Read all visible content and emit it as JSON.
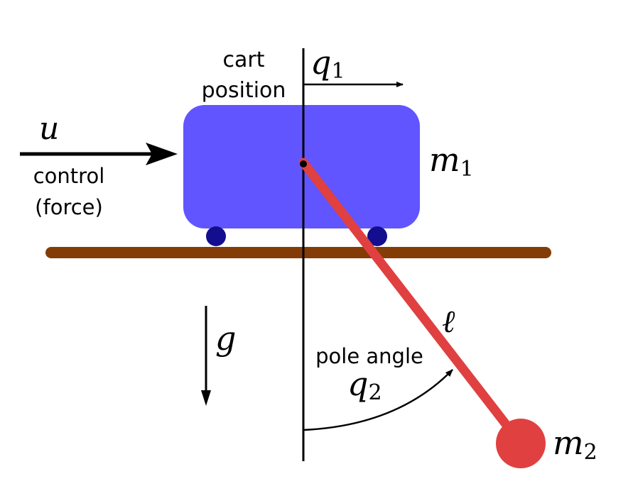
{
  "labels": {
    "cart_position_line1": "cart",
    "cart_position_line2": "position",
    "control_line1": "control",
    "control_line2": "(force)",
    "pole_angle": "pole angle"
  },
  "symbols": {
    "q1_var": "q",
    "q1_sub": "1",
    "u": "u",
    "m1_var": "m",
    "m1_sub": "1",
    "ell": "ℓ",
    "g": "g",
    "q2_var": "q",
    "q2_sub": "2",
    "m2_var": "m",
    "m2_sub": "2"
  },
  "colors": {
    "cart": "#6155FF",
    "wheel": "#120E8F",
    "track": "#843C06",
    "pole": "#E04040",
    "bob": "#E04040",
    "ink": "#000000"
  }
}
